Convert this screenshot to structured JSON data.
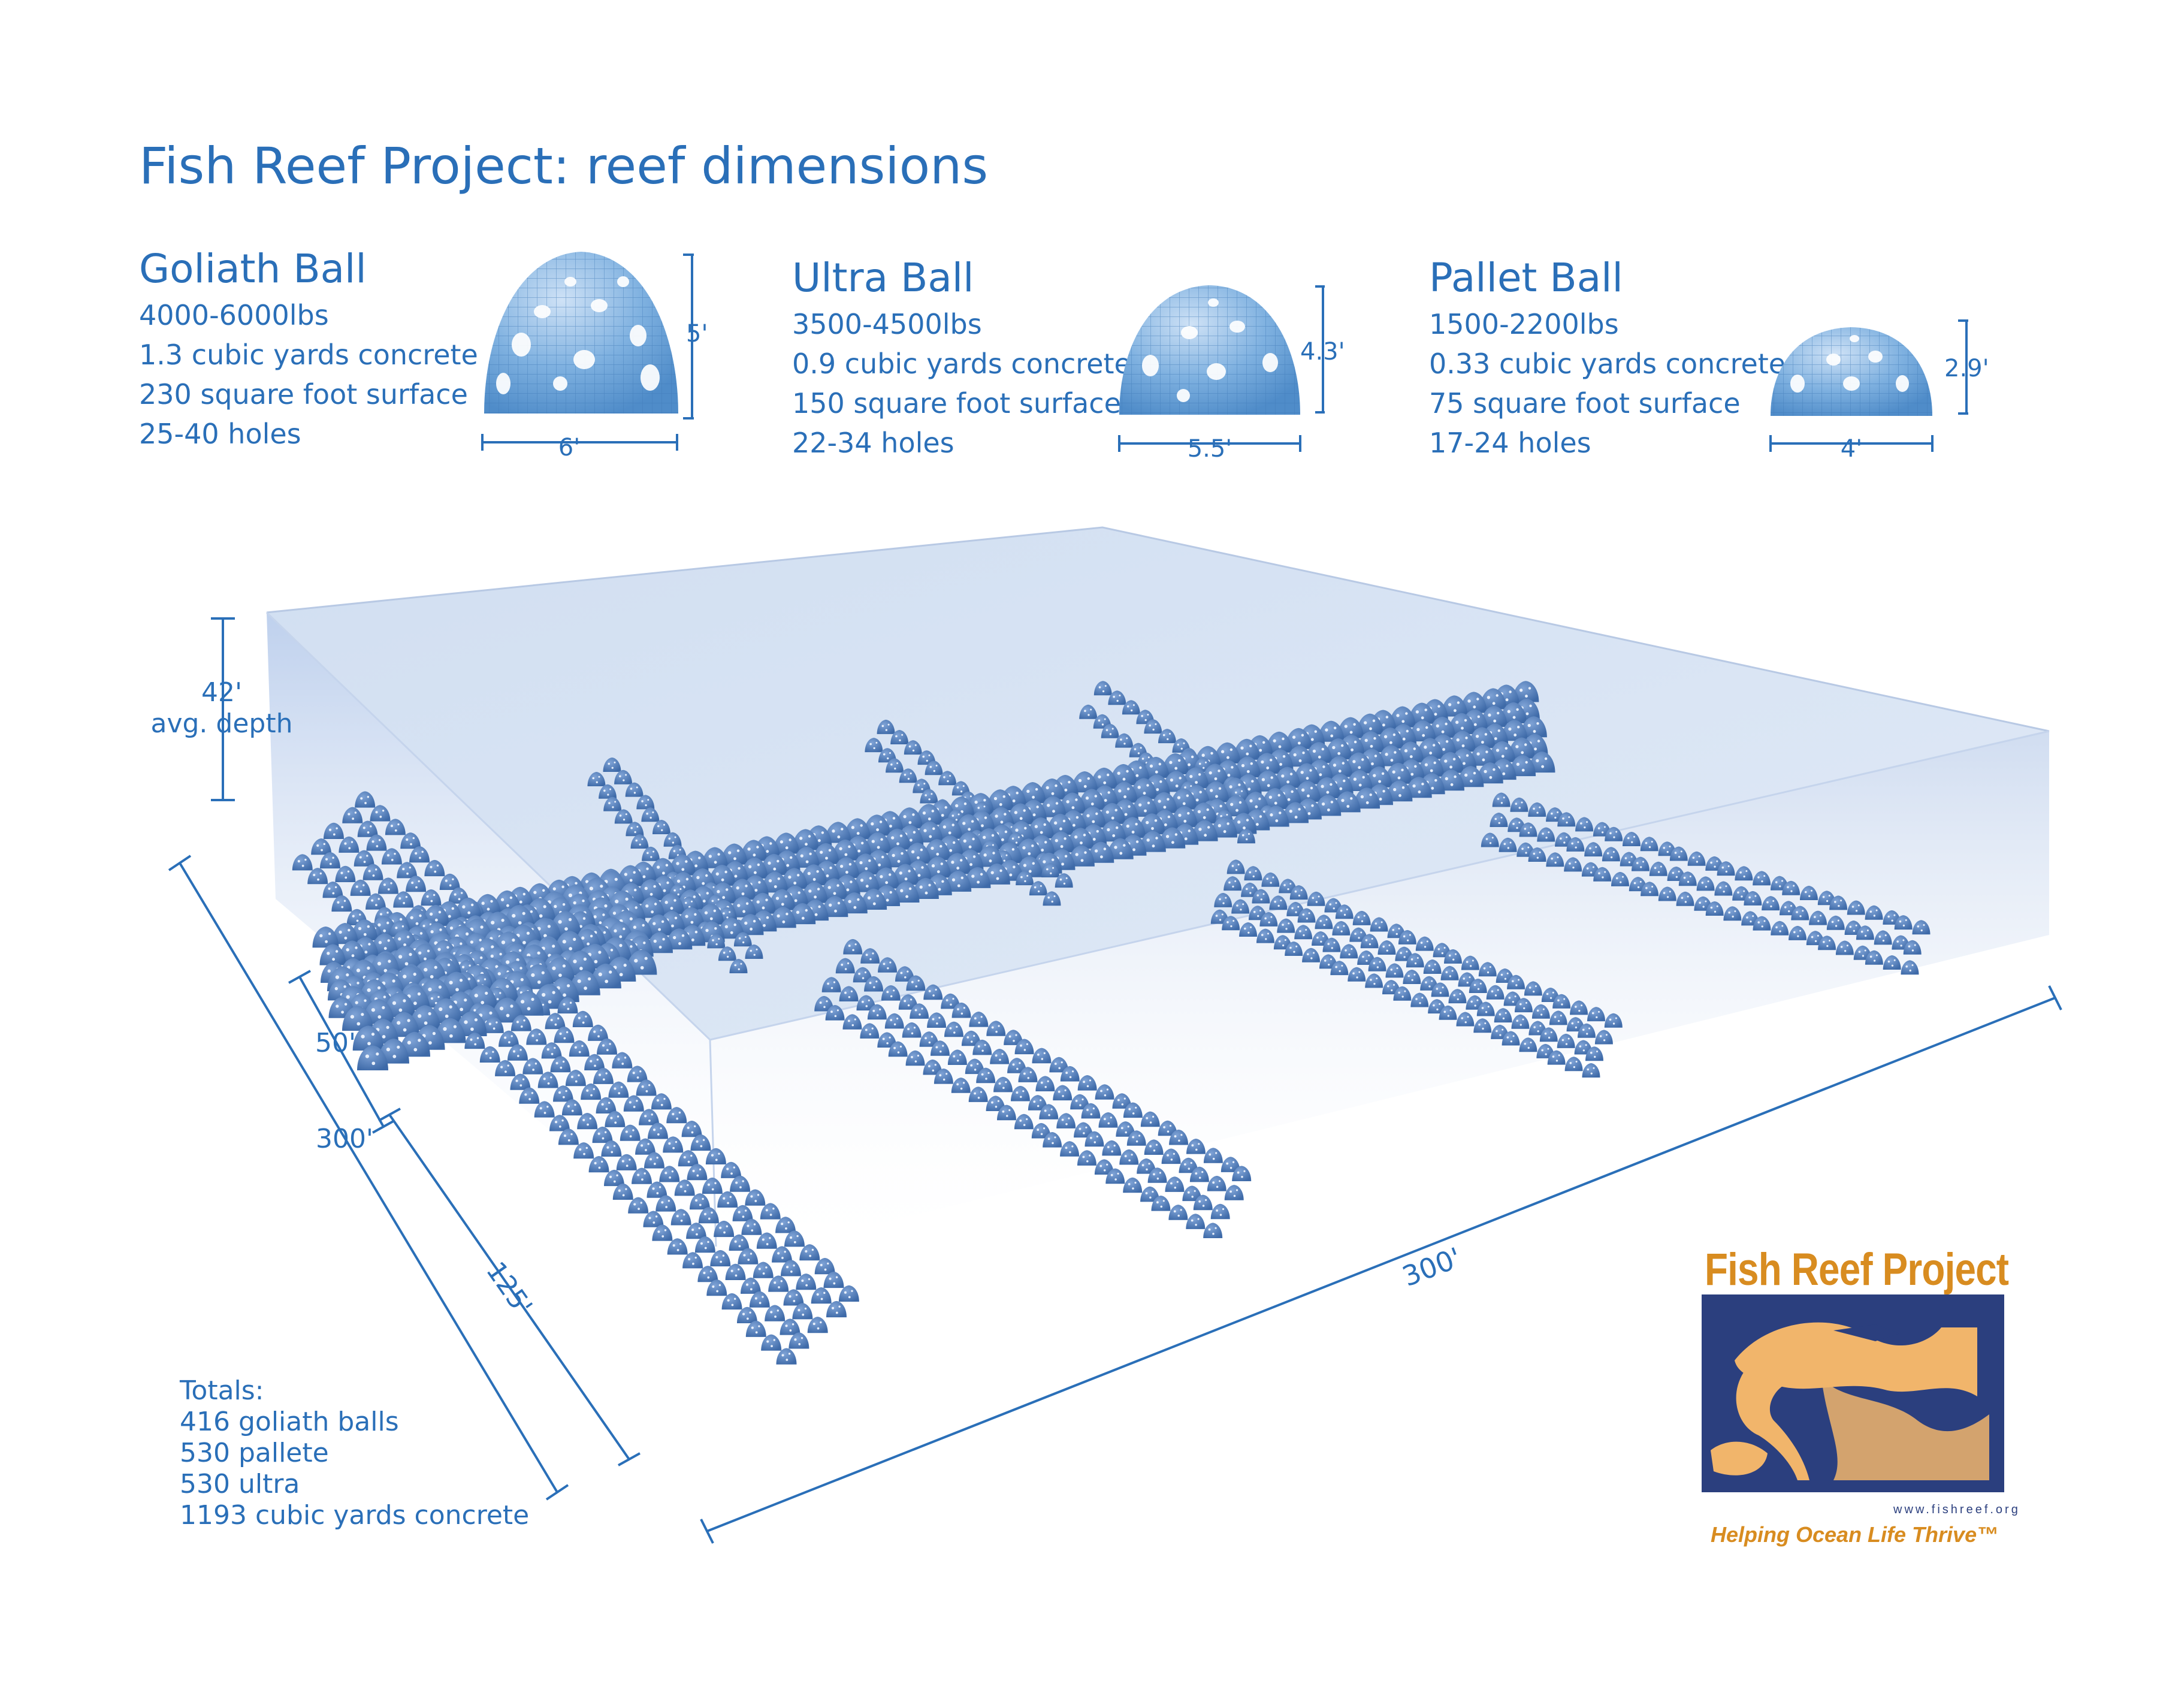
{
  "title": "Fish Reef Project: reef dimensions",
  "balls": [
    {
      "name": "Goliath Ball",
      "weight": "4000-6000lbs",
      "concrete": "1.3 cubic yards concrete",
      "surface": "230 square foot surface",
      "holes": "25-40 holes",
      "height": "5'",
      "width": "6'"
    },
    {
      "name": "Ultra Ball",
      "weight": "3500-4500lbs",
      "concrete": "0.9 cubic yards concrete",
      "surface": "150 square foot surface",
      "holes": "22-34 holes",
      "height": "4.3'",
      "width": "5.5'"
    },
    {
      "name": "Pallet Ball",
      "weight": "1500-2200lbs",
      "concrete": "0.33 cubic yards concrete",
      "surface": "75 square foot surface",
      "holes": "17-24 holes",
      "height": "2.9'",
      "width": "4'"
    }
  ],
  "depth": {
    "value": "42'",
    "label": "avg. depth"
  },
  "dimensions": {
    "main_length": "300'",
    "depth_edge": "300'",
    "goliath_width": "50'",
    "branch_width": "125'"
  },
  "totals": {
    "heading": "Totals:",
    "goliath": "416 goliath balls",
    "pallet": "530 pallete",
    "ultra": "530 ultra",
    "concrete": "1193 cubic yards concrete"
  },
  "logo": {
    "name": "Fish Reef Project",
    "url": "www.fishreef.org",
    "tagline": "Helping Ocean Life Thrive™"
  },
  "colors": {
    "text_blue": "#2a6fb8",
    "ball_blue": "#4a7cbc",
    "logo_orange": "#d88c20",
    "logo_navy": "#2b3f7e",
    "water": "#cfdcf0"
  }
}
